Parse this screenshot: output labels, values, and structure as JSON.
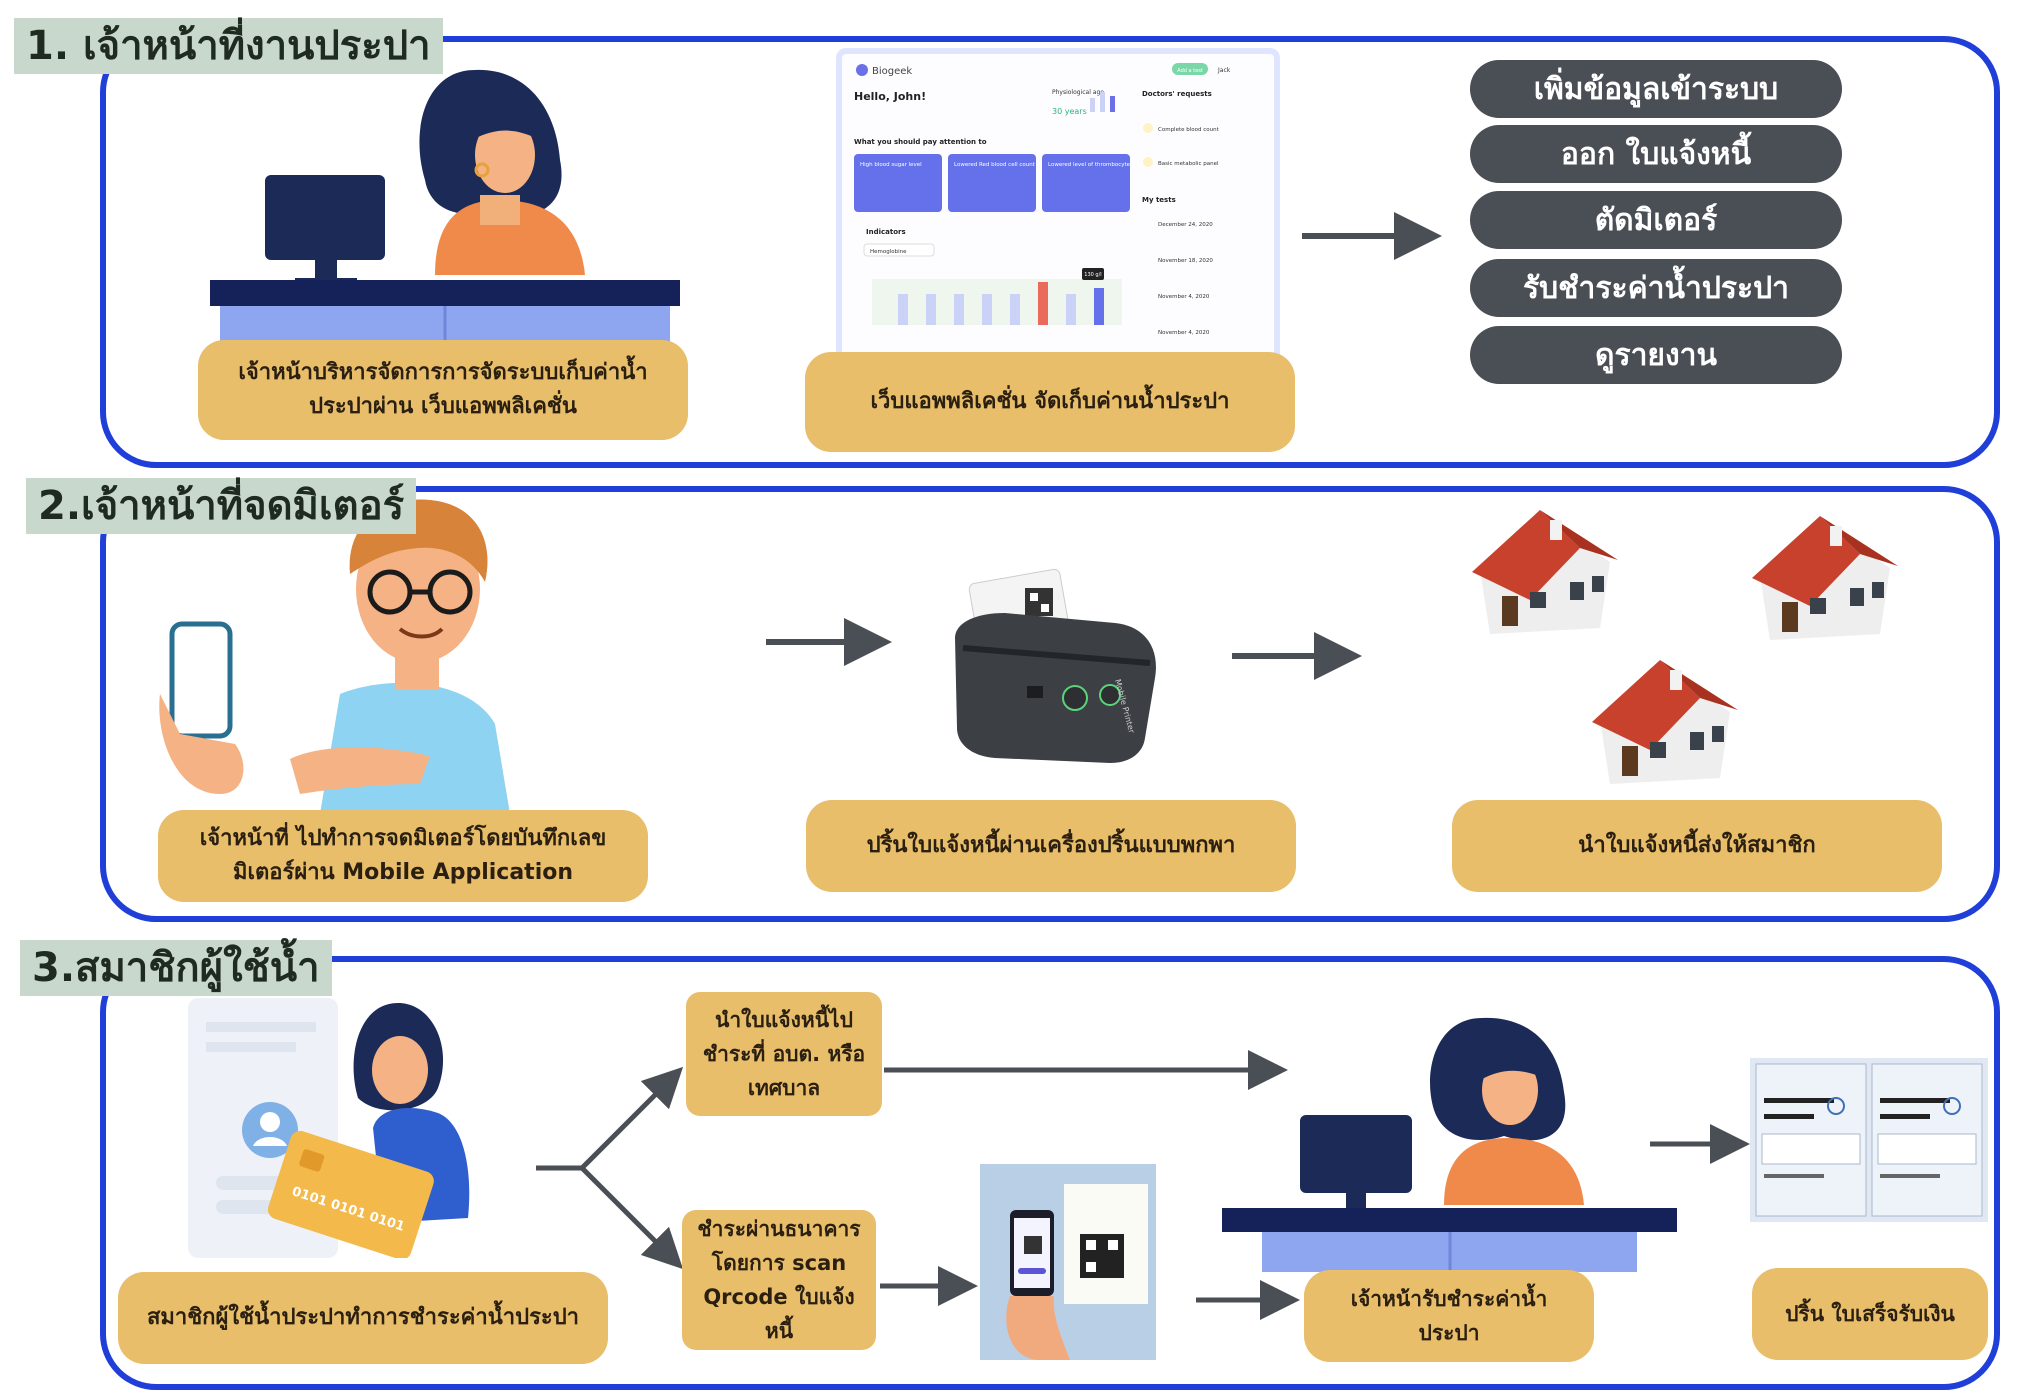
{
  "sections": [
    {
      "title": "1. เจ้าหน้าที่งานประปา",
      "captions": {
        "staff": "เจ้าหน้าบริหารจัดการการจัดระบบเก็บค่าน้ำประปาผ่าน เว็บแอพพลิเคชั่น",
        "webapp": "เว็บแอพพลิเคชั่น จัดเก็บค่านน้ำประปา"
      },
      "menu": [
        "เพิ่มข้อมูลเข้าระบบ",
        "ออก ใบแจ้งหนี้",
        "ตัดมิเตอร์",
        "รับชำระค่าน้ำประปา",
        "ดูรายงาน"
      ],
      "dashboard": {
        "brand": "Biogeek",
        "greeting": "Hello, John!",
        "physio_label": "Physiological age",
        "physio_value": "30 years",
        "attention_title": "What you should pay attention to",
        "cards": [
          "High blood sugar level",
          "Lowered Red blood cell count",
          "Lowered level of thrombocytes"
        ],
        "requests_title": "Doctors' requests",
        "requests": [
          "Complete blood count",
          "Basic metabolic panel"
        ],
        "tests_title": "My tests",
        "tests": [
          "December 24, 2020",
          "November 18, 2020",
          "November 4, 2020",
          "November 4, 2020"
        ],
        "indicators_title": "Indicators",
        "indicator_select": "Hemoglobine",
        "add_button": "Add a test",
        "user": "Jack",
        "tooltip": "130 g/l"
      }
    },
    {
      "title": "2.เจ้าหน้าที่จดมิเตอร์",
      "captions": {
        "reader": "เจ้าหน้าที่ ไปทำการจดมิเตอร์โดยบันทึกเลขมิเตอร์ผ่าน Mobile Application",
        "printer": "ปริ้นใบแจ้งหนี้ผ่านเครื่องปริ้นแบบพกพา",
        "deliver": "นำใบแจ้งหนี้ส่งให้สมาชิก"
      },
      "printer_label": "Mobile Printer"
    },
    {
      "title": "3.สมาชิกผู้ใช้น้ำ",
      "captions": {
        "member": "สมาชิกผู้ใช้น้ำประปาทำการชำระค่าน้ำประปา",
        "office": "นำใบแจ้งหนี้ไปชำระที่ อบต. หรือ เทศบาล",
        "bank": "ชำระผ่านธนาคาร โดยการ scan Qrcode ใบแจ้งหนี้",
        "cashier": "เจ้าหน้ารับชำระค่าน้ำประปา",
        "receipt": "ปริ้น ใบเสร็จรับเงิน"
      },
      "card_numbers": "0101 0101 0101"
    }
  ],
  "colors": {
    "border": "#1f3fd8",
    "caption": "#e8be6a",
    "pill": "#4a4e55",
    "title_bg": "#c9d8cc",
    "arrow": "#4a4e55"
  }
}
